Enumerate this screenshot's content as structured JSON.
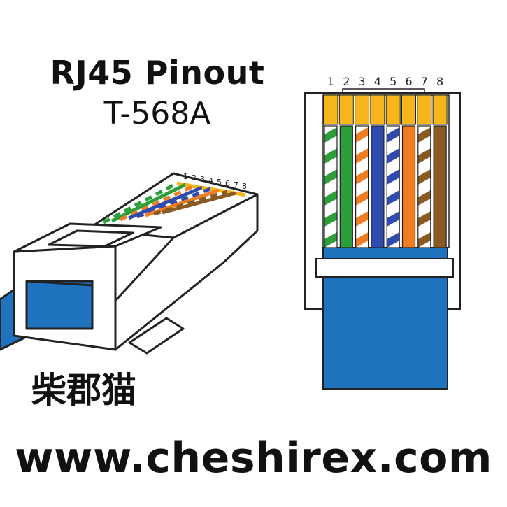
{
  "title": "RJ45 Pinout",
  "subtitle": "T-568A",
  "brand": "柴郡猫",
  "url": "www.cheshirex.com",
  "pins": [
    {
      "number": "1",
      "stripe": "#2e9e3a",
      "base": "#ffffff",
      "striped": true
    },
    {
      "number": "2",
      "stripe": "#2e9e3a",
      "base": "#2e9e3a",
      "striped": false
    },
    {
      "number": "3",
      "stripe": "#f07d1f",
      "base": "#ffffff",
      "striped": true
    },
    {
      "number": "4",
      "stripe": "#2f4bb0",
      "base": "#2f4bb0",
      "striped": false
    },
    {
      "number": "5",
      "stripe": "#2f4bb0",
      "base": "#ffffff",
      "striped": true
    },
    {
      "number": "6",
      "stripe": "#f07d1f",
      "base": "#f07d1f",
      "striped": false
    },
    {
      "number": "7",
      "stripe": "#8a5a22",
      "base": "#ffffff",
      "striped": true
    },
    {
      "number": "8",
      "stripe": "#8a5a22",
      "base": "#8a5a22",
      "striped": false
    }
  ],
  "colors": {
    "contact": "#f6b51b",
    "cable": "#1f72bd",
    "outline": "#222222"
  }
}
